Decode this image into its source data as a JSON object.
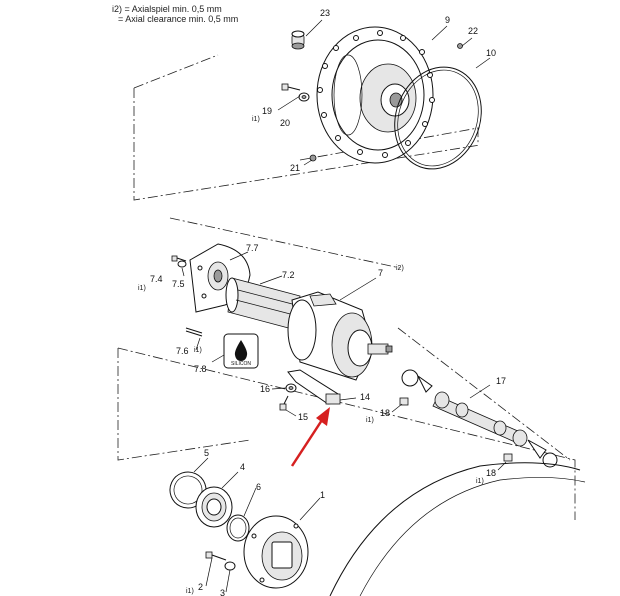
{
  "notes": {
    "line1": "i2) = Axialspiel min. 0,5 mm",
    "line2": "= Axial clearance min. 0,5 mm"
  },
  "badge": {
    "text": "SILICON"
  },
  "parts": {
    "p1": "1",
    "p2": "2",
    "p3": "3",
    "p4": "4",
    "p5": "5",
    "p6": "6",
    "p7": "7",
    "p7_i": "i2)",
    "p72": "7.2",
    "p74": "7.4",
    "p75": "7.5",
    "p76": "7.6",
    "p77": "7.7",
    "p78": "7.8",
    "p9": "9",
    "p10": "10",
    "p14": "14",
    "p15": "15",
    "p16": "16",
    "p17": "17",
    "p18a": "18",
    "p18b": "18",
    "p19": "19",
    "p20": "20",
    "p21": "21",
    "p22": "22",
    "p23": "23"
  },
  "footnotes": {
    "i19": "i1)",
    "i74": "i1)",
    "i76": "i1)",
    "i18a": "i1)",
    "i18b": "i1)",
    "i2": "i1)"
  },
  "colors": {
    "arrow": "#d62020",
    "line": "#111111"
  }
}
